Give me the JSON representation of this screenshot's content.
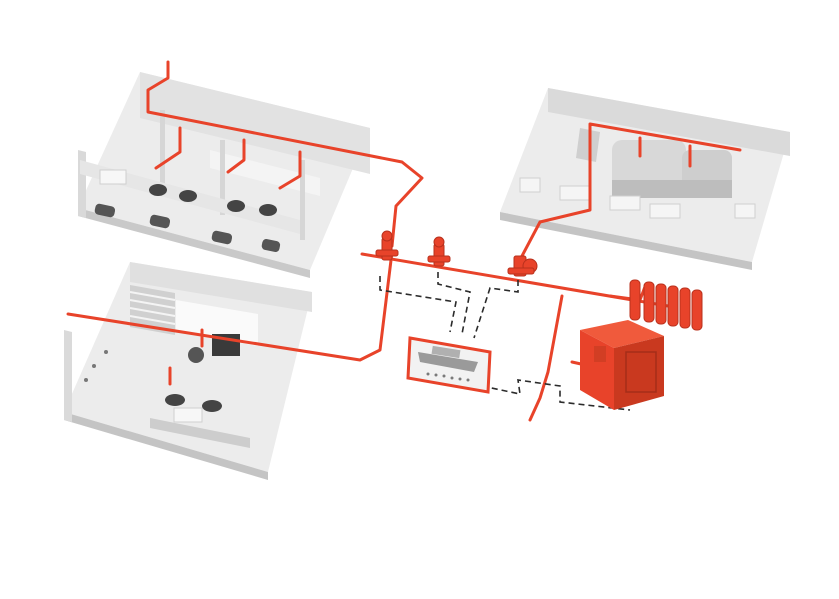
{
  "diagram": {
    "title": "",
    "labels": [],
    "zones": [
      {
        "id": "cabin-deck",
        "kind": "room"
      },
      {
        "id": "lounge-deck",
        "kind": "room"
      },
      {
        "id": "engine-room",
        "kind": "room"
      }
    ],
    "equipment": [
      {
        "id": "alarm-valve-1",
        "kind": "valve"
      },
      {
        "id": "alarm-valve-2",
        "kind": "valve"
      },
      {
        "id": "alarm-valve-3",
        "kind": "valve"
      },
      {
        "id": "control-panel",
        "kind": "panel",
        "icon": "ship-icon"
      },
      {
        "id": "cylinder-bank",
        "kind": "gas-cylinders",
        "count": 6
      },
      {
        "id": "pump-unit",
        "kind": "pump-cabinet"
      }
    ]
  },
  "colors": {
    "pipe": "#e8432a",
    "pipe_dark": "#b8301c",
    "signal_line": "#2b2b2b",
    "room_floor": "#ececec",
    "room_wall": "#d4d4d4",
    "room_wall_dark": "#bdbdbd"
  }
}
